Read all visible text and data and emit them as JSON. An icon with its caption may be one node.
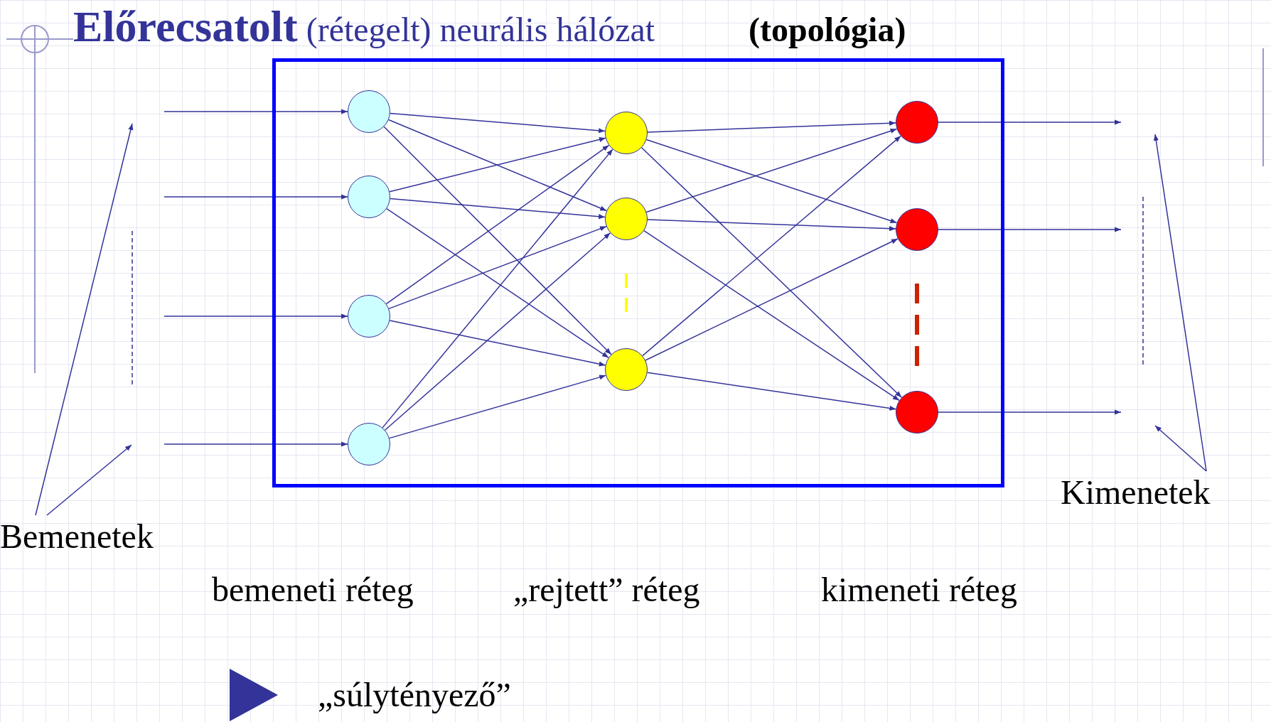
{
  "diagram": {
    "title": "**Előrecsatolt** (rétegelt) neurális hálózat **(topológia)**",
    "nodes": [
      {
        "text": [],
        "shape": "box"
      },
      {
        "text": [],
        "shape": "circle",
        "in": 0
      },
      {
        "text": [],
        "shape": "circle",
        "in": 0
      },
      {
        "text": [],
        "shape": "circle",
        "in": 0
      },
      {
        "text": [],
        "shape": "circle",
        "in": 0
      },
      {
        "text": [],
        "shape": "circle",
        "in": 0
      },
      {
        "text": [],
        "shape": "circle",
        "in": 0
      },
      {
        "text": [],
        "shape": "circle",
        "in": 0
      },
      {
        "text": [],
        "shape": "circle",
        "in": 0
      },
      {
        "text": [],
        "shape": "circle",
        "in": 0
      },
      {
        "text": [],
        "shape": "circle",
        "in": 0
      },
      {
        "text": [
          "Bemenetek"
        ]
      },
      {
        "text": [
          "Kimenetek"
        ]
      }
    ],
    "edges": [
      {
        "from": null,
        "to": 1,
        "arrow": "to"
      },
      {
        "from": null,
        "to": 2,
        "arrow": "to"
      },
      {
        "from": null,
        "to": 3,
        "arrow": "to"
      },
      {
        "from": null,
        "to": 4,
        "arrow": "to"
      },
      {
        "from": 1,
        "to": 5,
        "arrow": "to"
      },
      {
        "from": 1,
        "to": 6,
        "arrow": "to"
      },
      {
        "from": 1,
        "to": 7,
        "arrow": "to"
      },
      {
        "from": 2,
        "to": 5,
        "arrow": "to"
      },
      {
        "from": 2,
        "to": 6,
        "arrow": "to"
      },
      {
        "from": 2,
        "to": 7,
        "arrow": "to"
      },
      {
        "from": 3,
        "to": 5,
        "arrow": "to"
      },
      {
        "from": 3,
        "to": 6,
        "arrow": "to"
      },
      {
        "from": 3,
        "to": 7,
        "arrow": "to"
      },
      {
        "from": 4,
        "to": 5,
        "arrow": "to"
      },
      {
        "from": 4,
        "to": 6,
        "arrow": "to"
      },
      {
        "from": 4,
        "to": 7,
        "arrow": "to"
      },
      {
        "from": 5,
        "to": 8,
        "arrow": "to"
      },
      {
        "from": 5,
        "to": 9,
        "arrow": "to"
      },
      {
        "from": 5,
        "to": 10,
        "arrow": "to"
      },
      {
        "from": 6,
        "to": 8,
        "arrow": "to"
      },
      {
        "from": 6,
        "to": 9,
        "arrow": "to"
      },
      {
        "from": 6,
        "to": 10,
        "arrow": "to"
      },
      {
        "from": 7,
        "to": 8,
        "arrow": "to"
      },
      {
        "from": 7,
        "to": 9,
        "arrow": "to"
      },
      {
        "from": 7,
        "to": 10,
        "arrow": "to"
      },
      {
        "from": 8,
        "to": null,
        "arrow": "to"
      },
      {
        "from": 9,
        "to": null,
        "arrow": "to"
      },
      {
        "from": 10,
        "to": null,
        "arrow": "to"
      },
      {
        "from": 11,
        "to": null,
        "arrow": "to"
      },
      {
        "from": 11,
        "to": null,
        "arrow": "to"
      },
      {
        "from": 12,
        "to": null,
        "arrow": "to"
      },
      {
        "from": 12,
        "to": null,
        "arrow": "to"
      }
    ],
    "labels": [
      "bemeneti réteg",
      "„rejtett” réteg",
      "kimeneti réteg"
    ],
    "legend": [
      {
        "text": "„súlytényező”"
      }
    ]
  }
}
